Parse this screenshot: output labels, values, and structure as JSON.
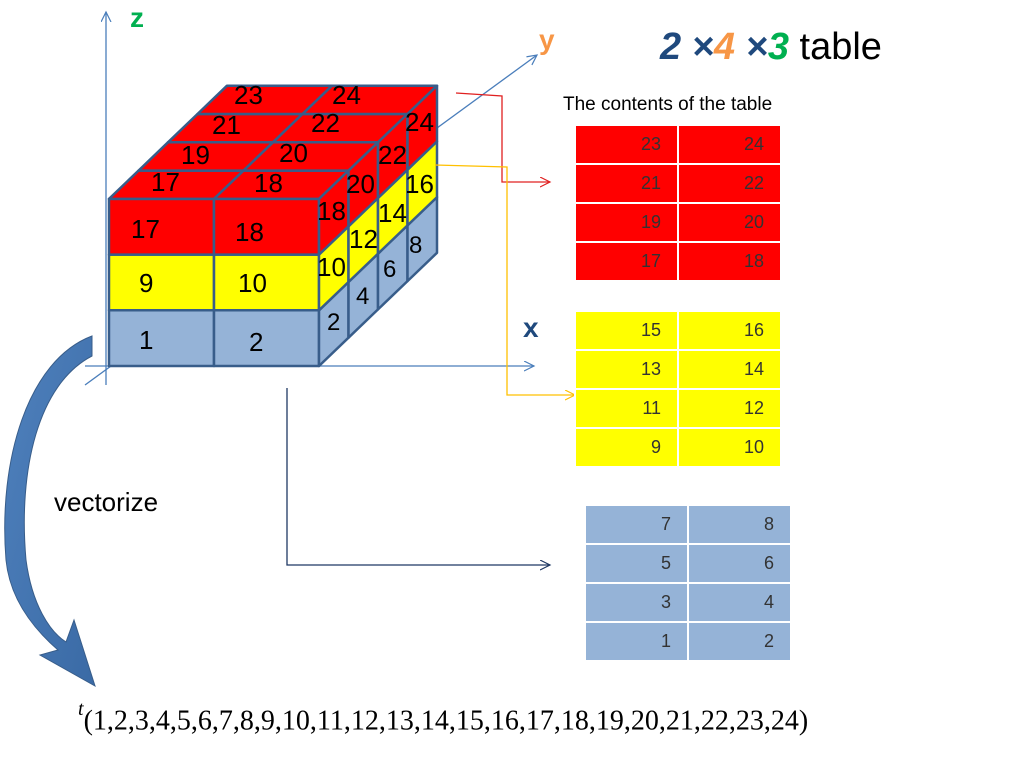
{
  "title": {
    "d1": "2",
    "x1": "×",
    "d2": "4",
    "x2": "×",
    "d3": "3",
    "suffix": "table"
  },
  "axes": {
    "z": "z",
    "y": "y",
    "x": "x"
  },
  "subtitle": "The contents of the table",
  "cube": {
    "front_z3": [
      "17",
      "18"
    ],
    "front_z2": [
      "9",
      "10"
    ],
    "front_z1": [
      "1",
      "2"
    ],
    "top_rows": [
      [
        "17",
        "18"
      ],
      [
        "19",
        "20"
      ],
      [
        "21",
        "22"
      ],
      [
        "23",
        "24"
      ]
    ],
    "side_z3": [
      "18",
      "20",
      "22",
      "24"
    ],
    "side_z2": [
      "10",
      "12",
      "14",
      "16"
    ],
    "side_z1": [
      "2",
      "4",
      "6",
      "8"
    ]
  },
  "tables": {
    "red": [
      [
        "23",
        "24"
      ],
      [
        "21",
        "22"
      ],
      [
        "19",
        "20"
      ],
      [
        "17",
        "18"
      ]
    ],
    "yellow": [
      [
        "15",
        "16"
      ],
      [
        "13",
        "14"
      ],
      [
        "11",
        "12"
      ],
      [
        "9",
        "10"
      ]
    ],
    "blue": [
      [
        "7",
        "8"
      ],
      [
        "5",
        "6"
      ],
      [
        "3",
        "4"
      ],
      [
        "1",
        "2"
      ]
    ]
  },
  "vectorize_label": "vectorize",
  "vector": {
    "superscript": "t",
    "text": "(1,2,3,4,5,6,7,8,9,10,11,12,13,14,15,16,17,18,19,20,21,22,23,24)"
  },
  "colors": {
    "red": "#ff0000",
    "yellow": "#ffff00",
    "blue": "#95b3d7",
    "edge": "#385d8a",
    "axis": "#4a7ebb",
    "z_green": "#00b050",
    "y_orange": "#f79646",
    "x_navy": "#1f497d",
    "arrow_red": "#e02020",
    "arrow_orange": "#ffc000",
    "arrow_navy": "#1f3864",
    "curve_blue": "#4f81bd"
  }
}
